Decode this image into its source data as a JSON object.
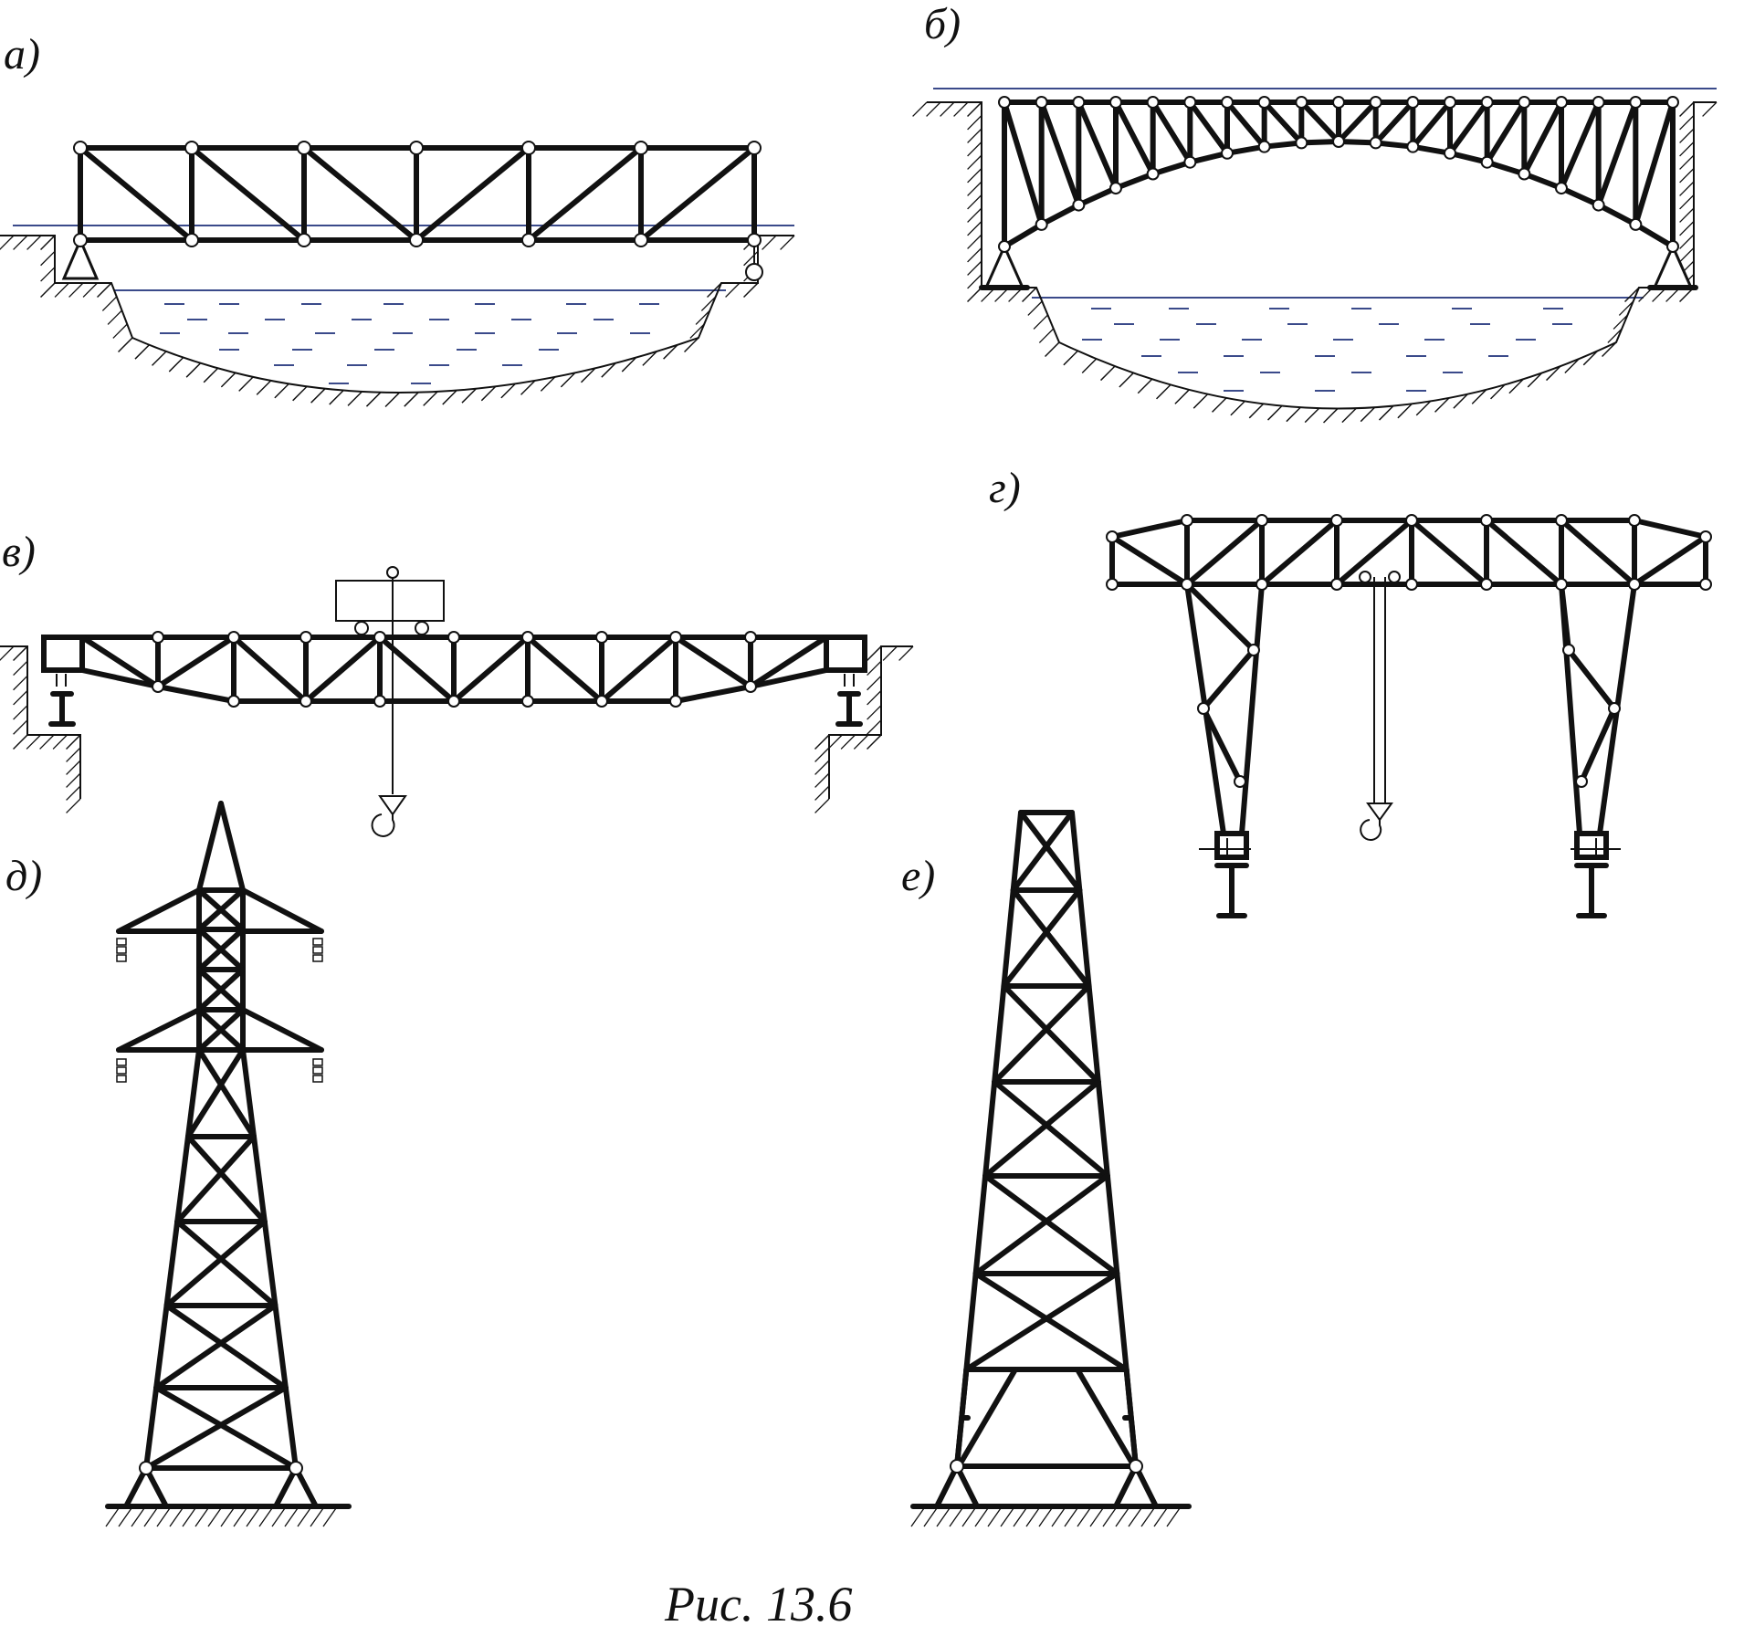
{
  "labels": {
    "a": "а)",
    "b": "б)",
    "v": "в)",
    "g": "г)",
    "d": "д)",
    "e": "е)"
  },
  "caption": "Рис. 13.6",
  "colors": {
    "line": "#111111",
    "water": "#3a4a8a",
    "background": "#ffffff"
  }
}
